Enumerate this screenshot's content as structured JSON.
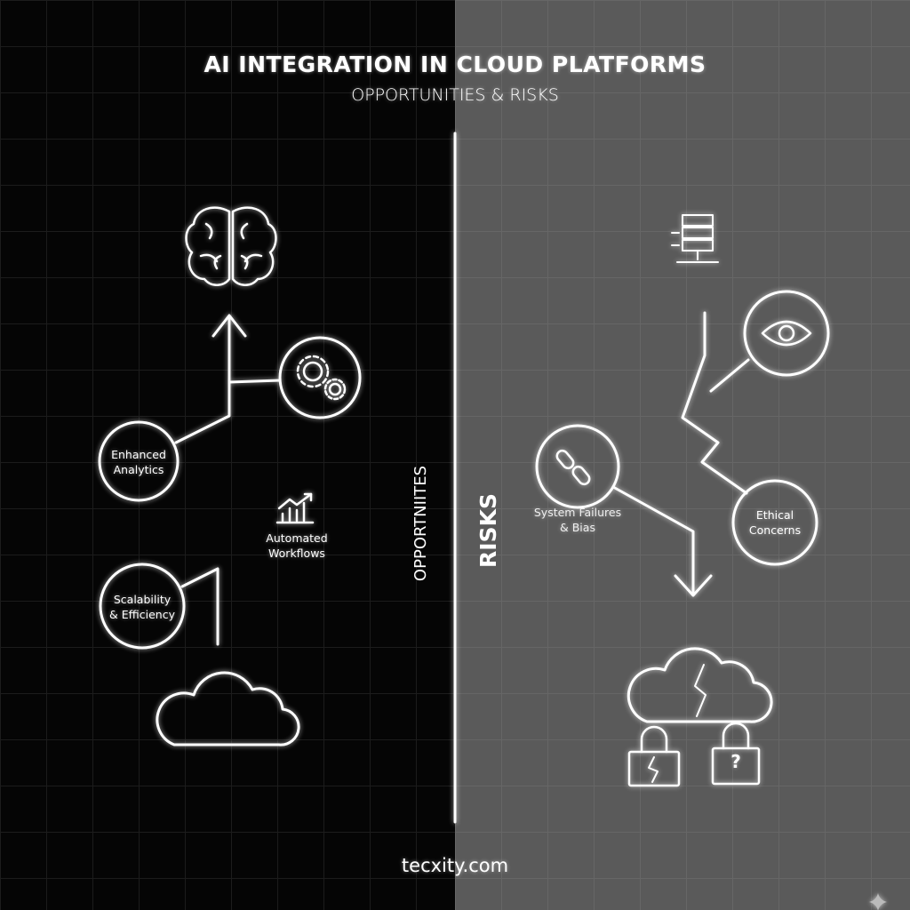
{
  "header": {
    "title": "AI INTEGRATION IN CLOUD PLATFORMS",
    "subtitle": "OPPORTUNITIES & RISKS"
  },
  "opportunities": {
    "section_label": "OPPORTNIITES",
    "nodes": [
      {
        "line1": "Enhanced",
        "line2": "Analytics"
      },
      {
        "line1": "Automated",
        "line2": "Workflows"
      },
      {
        "line1": "Scalability",
        "line2": "& Efficiency"
      }
    ],
    "icons": [
      "brain-icon",
      "gears-icon",
      "growth-chart-icon",
      "cloud-icon"
    ]
  },
  "risks": {
    "section_label": "RISKS",
    "nodes": [
      {
        "line1": "System Failures",
        "line2": "& Bias"
      },
      {
        "line1": "Ethical",
        "line2": "Concerns"
      }
    ],
    "icons": [
      "server-icon",
      "eye-icon",
      "broken-link-icon",
      "broken-cloud-icon",
      "broken-lock-icon",
      "question-lock-icon"
    ]
  },
  "footer": {
    "site": "tecxity.com"
  },
  "colors": {
    "left_bg": "#050505",
    "right_bg": "#5a5a5a",
    "stroke": "#ffffff"
  }
}
